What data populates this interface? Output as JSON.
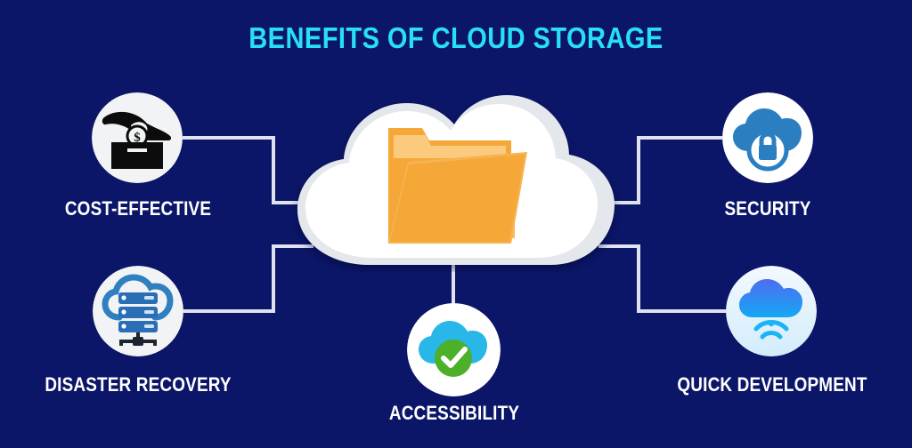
{
  "title": "BENEFITS OF CLOUD STORAGE",
  "theme": {
    "background": "#0b1668",
    "title_color": "#28e0f5",
    "label_color": "#ffffff",
    "connector_color": "#dfe3ee",
    "folder_color": "#f5a838",
    "folder_sheet_color": "#fbd08a",
    "cloud_white": "#ffffff",
    "cloud_shadow": "#e3e6ea"
  },
  "center": {
    "name": "cloud-storage",
    "icon": "cloud-with-folder-icon"
  },
  "nodes": [
    {
      "id": "cost",
      "label": "COST-EFFECTIVE",
      "icon": "hand-dropping-coin-into-box-icon",
      "icon_colors": {
        "circle": "#f2f3f4",
        "glyph": "#0c0c0c"
      }
    },
    {
      "id": "disaster",
      "label": "DISASTER RECOVERY",
      "icon": "cloud-server-rack-icon",
      "icon_colors": {
        "circle": "#f2f3f4",
        "cloud": "#2f7fc1",
        "server": "#2a6fb5",
        "connector": "#1b2430"
      }
    },
    {
      "id": "accessibility",
      "label": "ACCESSIBILITY",
      "icon": "cloud-green-checkmark-icon",
      "icon_colors": {
        "circle": "#ffffff",
        "cloud": "#29b6e8",
        "check_circle": "#4cb02a",
        "check": "#ffffff"
      }
    },
    {
      "id": "security",
      "label": "SECURITY",
      "icon": "cloud-padlock-icon",
      "icon_colors": {
        "circle": "#ffffff",
        "cloud": "#2b7fc0",
        "lock": "#2b7fc0"
      }
    },
    {
      "id": "quick",
      "label": "QUICK DEVELOPMENT",
      "icon": "cloud-wifi-signal-icon",
      "icon_colors": {
        "circle": "#e8f4fd",
        "cloud_top": "#4e6cf0",
        "cloud_bottom": "#14a9f5",
        "waves": "#19b4f6"
      }
    }
  ]
}
